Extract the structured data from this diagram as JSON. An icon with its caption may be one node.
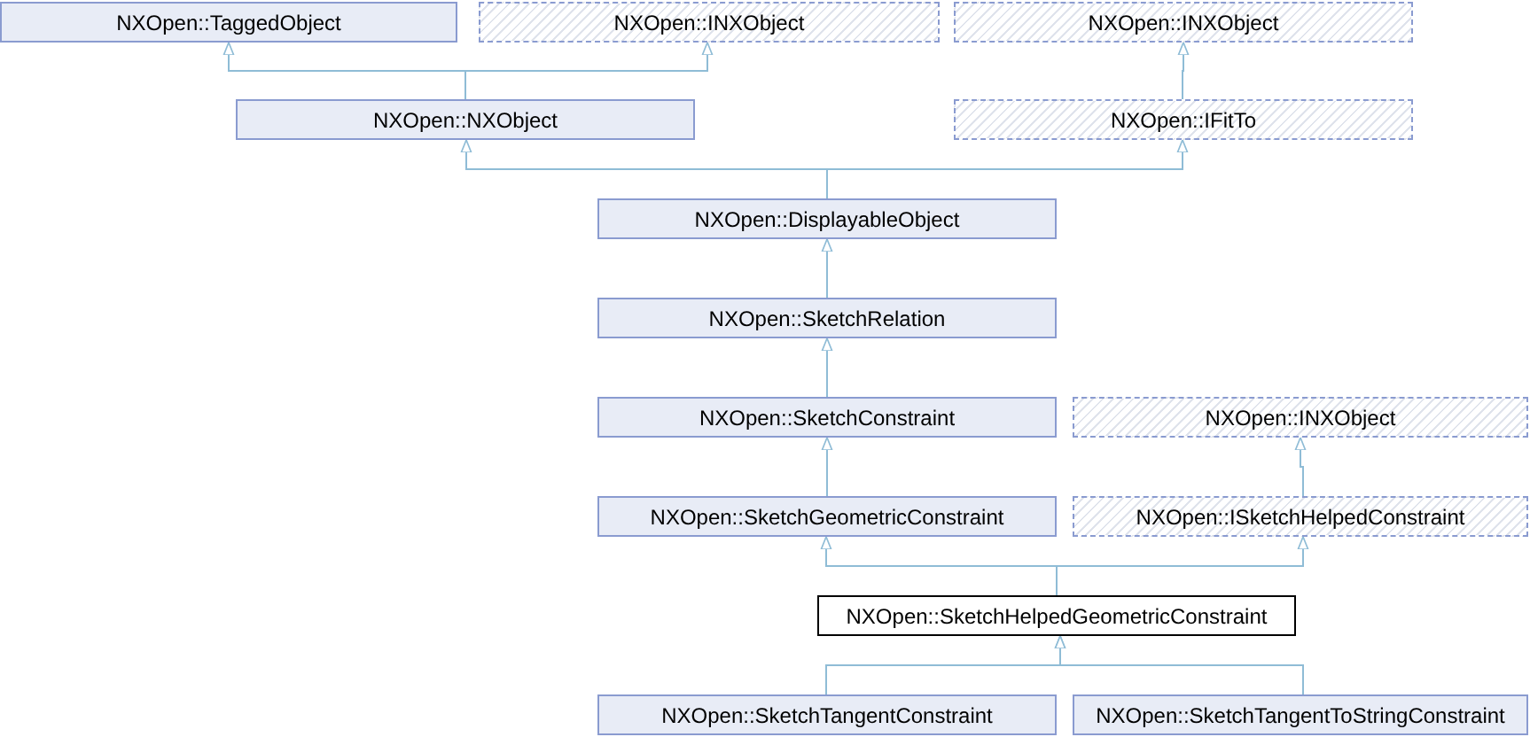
{
  "diagram": {
    "nodes": [
      {
        "text": [
          "NXOpen::TaggedObject"
        ]
      },
      {
        "text": [
          "NXOpen::INXObject"
        ]
      },
      {
        "text": [
          "NXOpen::INXObject"
        ]
      },
      {
        "text": [
          "NXOpen::NXObject"
        ]
      },
      {
        "text": [
          "NXOpen::IFitTo"
        ]
      },
      {
        "text": [
          "NXOpen::DisplayableObject"
        ]
      },
      {
        "text": [
          "NXOpen::SketchRelation"
        ]
      },
      {
        "text": [
          "NXOpen::SketchConstraint"
        ]
      },
      {
        "text": [
          "NXOpen::INXObject"
        ]
      },
      {
        "text": [
          "NXOpen::SketchGeometricConstraint"
        ]
      },
      {
        "text": [
          "NXOpen::ISketchHelpedConstraint"
        ]
      },
      {
        "text": [
          "NXOpen::SketchHelpedGeometricConstraint"
        ]
      },
      {
        "text": [
          "NXOpen::SketchTangentConstraint"
        ]
      },
      {
        "text": [
          "NXOpen::SketchTangentToStringConstraint"
        ]
      }
    ],
    "edges": [
      {
        "from": 3,
        "to": 0,
        "arrow": "to"
      },
      {
        "from": 3,
        "to": 1,
        "arrow": "to"
      },
      {
        "from": 4,
        "to": 2,
        "arrow": "to"
      },
      {
        "from": 5,
        "to": 3,
        "arrow": "to"
      },
      {
        "from": 5,
        "to": 4,
        "arrow": "to"
      },
      {
        "from": 6,
        "to": 5,
        "arrow": "to"
      },
      {
        "from": 7,
        "to": 6,
        "arrow": "to"
      },
      {
        "from": 9,
        "to": 7,
        "arrow": "to"
      },
      {
        "from": 10,
        "to": 8,
        "arrow": "to"
      },
      {
        "from": 11,
        "to": 9,
        "arrow": "to"
      },
      {
        "from": 11,
        "to": 10,
        "arrow": "to"
      },
      {
        "from": 12,
        "to": 11,
        "arrow": "to"
      },
      {
        "from": 13,
        "to": 11,
        "arrow": "to"
      }
    ]
  }
}
